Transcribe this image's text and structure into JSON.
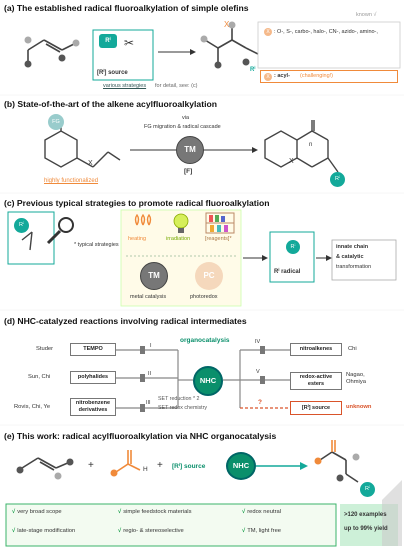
{
  "colors": {
    "accent_green": "#0a8f6b",
    "orange": "#f08a3a",
    "teal": "#13a99a",
    "grey": "#777777",
    "red_text": "#d9532a"
  },
  "section_a": {
    "title": "(a)  The established radical fluoroalkylation of simple olefins",
    "source_label": "[Rⁱ] source",
    "rf_bubble": "Rⁱ",
    "strategies_text": "various strategies",
    "for_detail": "for detail, see: (c)",
    "known": "known √",
    "x_list": ": O-, S-, carbo-, halo-, CN-, azido-, amino-,",
    "x_symbol": "X",
    "acyl_label": ": acyl-",
    "challenging": "(challenging!)",
    "rf_product": "Rⁱ"
  },
  "section_b": {
    "title": "(b)  State-of-the-art of the alkene acylfluoroalkylation",
    "via": "via",
    "migration": "FG migration",
    "cascade": " & radical cascade",
    "tm": "TM",
    "f_label": "[F]",
    "highly": "highly functionalized",
    "fg": "FG",
    "x": "X",
    "n": "n",
    "rf": "Rⁱ",
    "x2": "X"
  },
  "section_c": {
    "title": "(c)  Previous typical strategies to promote radical fluoroalkylation",
    "rf": "Rⁱ",
    "typical": "* typical strategies",
    "heating": "heating",
    "irradiation": "irradiation",
    "reagents": "[reagents]*",
    "tm": "TM",
    "pc": "PC",
    "metal": "metal catalysis",
    "photoredox": "photoredox",
    "rf_radical": "Rⁱ radical",
    "innate": "innate chain",
    "catalytic": "& catalytic",
    "transformation": "transformation"
  },
  "section_d": {
    "title": "(d)  NHC-catalyzed reactions involving radical intermediates",
    "organocatalysis": "organocatalysis",
    "nhc": "NHC",
    "left": [
      {
        "name": "Studer",
        "box": "TEMPO",
        "roman": "I"
      },
      {
        "name": "Sun, Chi",
        "box": "polyhalides",
        "roman": "II"
      },
      {
        "name": "Rovis, Chi, Ye",
        "box": "nitrobenzene derivatives",
        "roman": "III"
      }
    ],
    "right": [
      {
        "roman": "IV",
        "box": "nitroalkenes",
        "name": "Chi"
      },
      {
        "roman": "V",
        "box": "redox-active esters",
        "name": "Nagao, Ohmiya"
      },
      {
        "roman": "?",
        "box": "[Rⁱ] source",
        "name": "unknown"
      }
    ],
    "set_reduction": "SET reduction * 2",
    "set_redox": "SET redox chemistry"
  },
  "section_e": {
    "title": "(e)  This work: radical acylfluoroalkylation via NHC organocatalysis",
    "plus1": "+",
    "plus2": "+",
    "aldehyde_h": "H",
    "source": "[Rⁱ] source",
    "nhc": "NHC",
    "rf": "Rⁱ",
    "features": [
      "very broad scope",
      "simple feedstock materials",
      "redox neutral",
      "late-stage modification",
      "regio- & stereoselective",
      "TM, light free"
    ],
    "examples": ">120 examples",
    "yield": "up to 99% yield"
  }
}
